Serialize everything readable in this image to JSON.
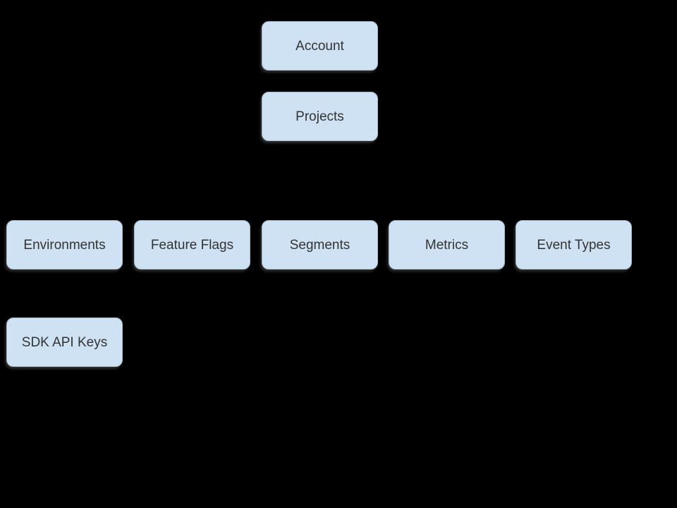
{
  "diagram": {
    "description": "Hierarchy diagram of account resources on a black background; connector lines are not visible.",
    "nodes": [
      {
        "id": "account",
        "label": "Account"
      },
      {
        "id": "projects",
        "label": "Projects"
      },
      {
        "id": "environments",
        "label": "Environments"
      },
      {
        "id": "feature-flags",
        "label": "Feature Flags"
      },
      {
        "id": "segments",
        "label": "Segments"
      },
      {
        "id": "metrics",
        "label": "Metrics"
      },
      {
        "id": "event-types",
        "label": "Event Types"
      },
      {
        "id": "sdk-api-keys",
        "label": "SDK API Keys"
      }
    ]
  },
  "colors": {
    "background": "#000000",
    "node_fill": "#cfe2f3",
    "node_border": "#a3b8ca",
    "node_text": "#333333"
  }
}
